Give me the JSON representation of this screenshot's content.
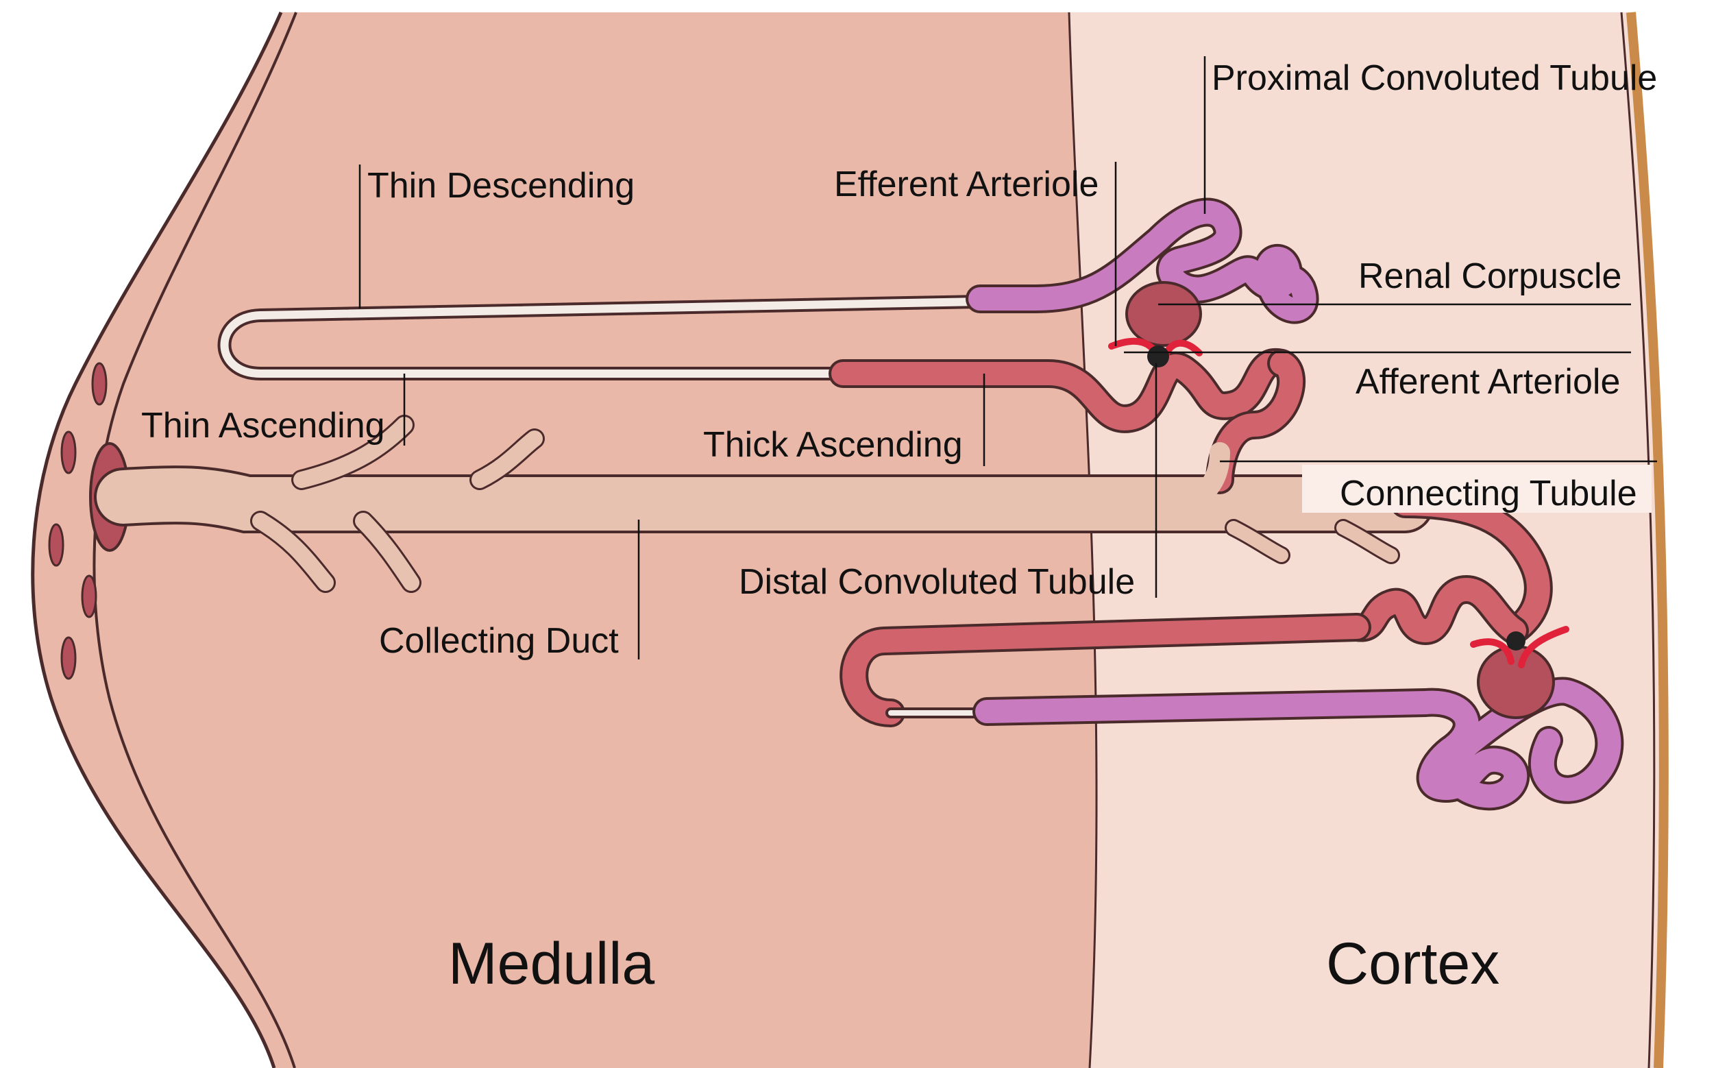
{
  "labels": {
    "proximal_convoluted_tubule": "Proximal Convoluted Tubule",
    "efferent_arteriole": "Efferent Arteriole",
    "renal_corpuscle": "Renal Corpuscle",
    "afferent_arteriole": "Afferent Arteriole",
    "connecting_tubule": "Connecting Tubule",
    "thin_descending": "Thin Descending",
    "thin_ascending": "Thin Ascending",
    "thick_ascending": "Thick Ascending",
    "distal_convoluted_tubule": "Distal Convoluted Tubule",
    "collecting_duct": "Collecting Duct"
  },
  "regions": {
    "medulla": "Medulla",
    "cortex": "Cortex"
  },
  "colors": {
    "medulla_fill": "#e9b8a8",
    "cortex_fill": "#f6ddd3",
    "capsule_edge": "#c98a4a",
    "proximal_tubule": "#c97bbf",
    "thick_limb": "#d0636c",
    "thin_limb": "#f3ece6",
    "collecting_duct": "#e7c2b1",
    "corpuscle": "#b4505c",
    "arteriole": "#e0223a",
    "outline": "#4a2a2a"
  }
}
